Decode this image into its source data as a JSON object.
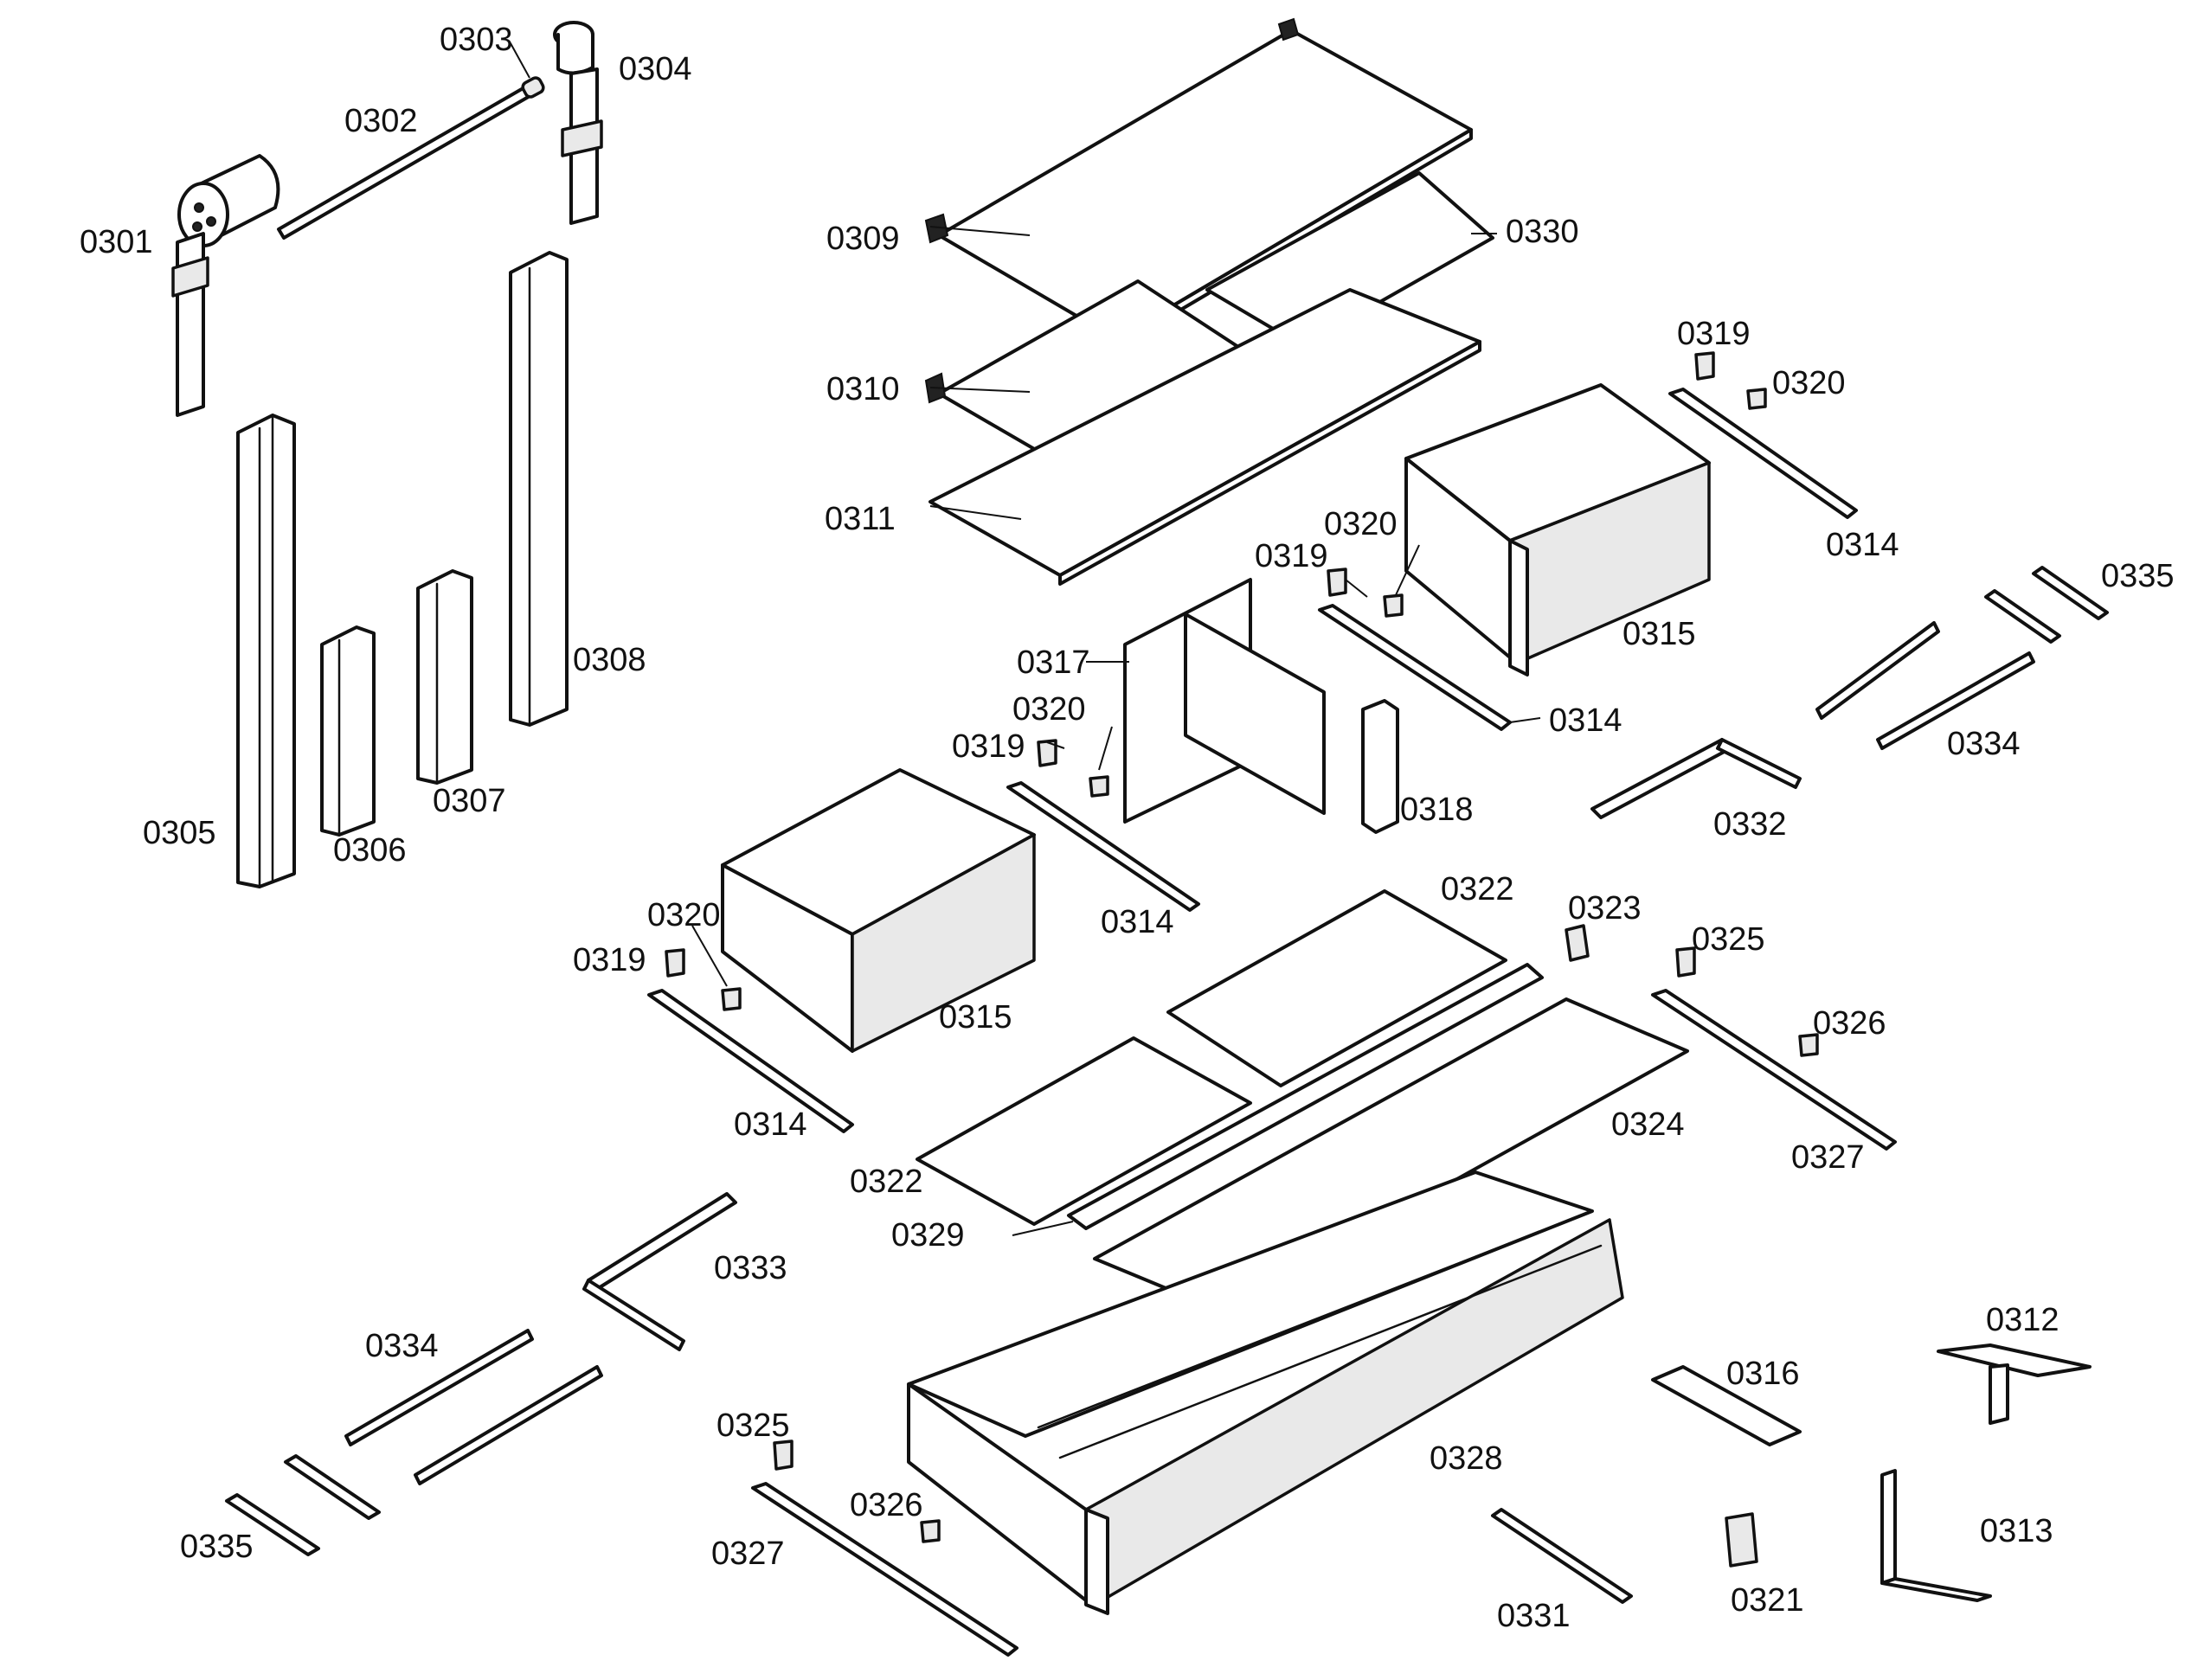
{
  "labels": {
    "l0301": "0301",
    "l0302": "0302",
    "l0303": "0303",
    "l0304": "0304",
    "l0305": "0305",
    "l0306": "0306",
    "l0307": "0307",
    "l0308": "0308",
    "l0309": "0309",
    "l0310": "0310",
    "l0311": "0311",
    "l0312": "0312",
    "l0313": "0313",
    "l0314a": "0314",
    "l0314b": "0314",
    "l0314c": "0314",
    "l0314d": "0314",
    "l0315a": "0315",
    "l0315b": "0315",
    "l0316": "0316",
    "l0317": "0317",
    "l0318": "0318",
    "l0319a": "0319",
    "l0319b": "0319",
    "l0319c": "0319",
    "l0319d": "0319",
    "l0320a": "0320",
    "l0320b": "0320",
    "l0320c": "0320",
    "l0320d": "0320",
    "l0321": "0321",
    "l0322a": "0322",
    "l0322b": "0322",
    "l0323": "0323",
    "l0324": "0324",
    "l0325a": "0325",
    "l0325b": "0325",
    "l0326a": "0326",
    "l0326b": "0326",
    "l0327a": "0327",
    "l0327b": "0327",
    "l0328": "0328",
    "l0329": "0329",
    "l0330": "0330",
    "l0331": "0331",
    "l0332": "0332",
    "l0333": "0333",
    "l0334a": "0334",
    "l0334b": "0334",
    "l0335a": "0335",
    "l0335b": "0335"
  }
}
